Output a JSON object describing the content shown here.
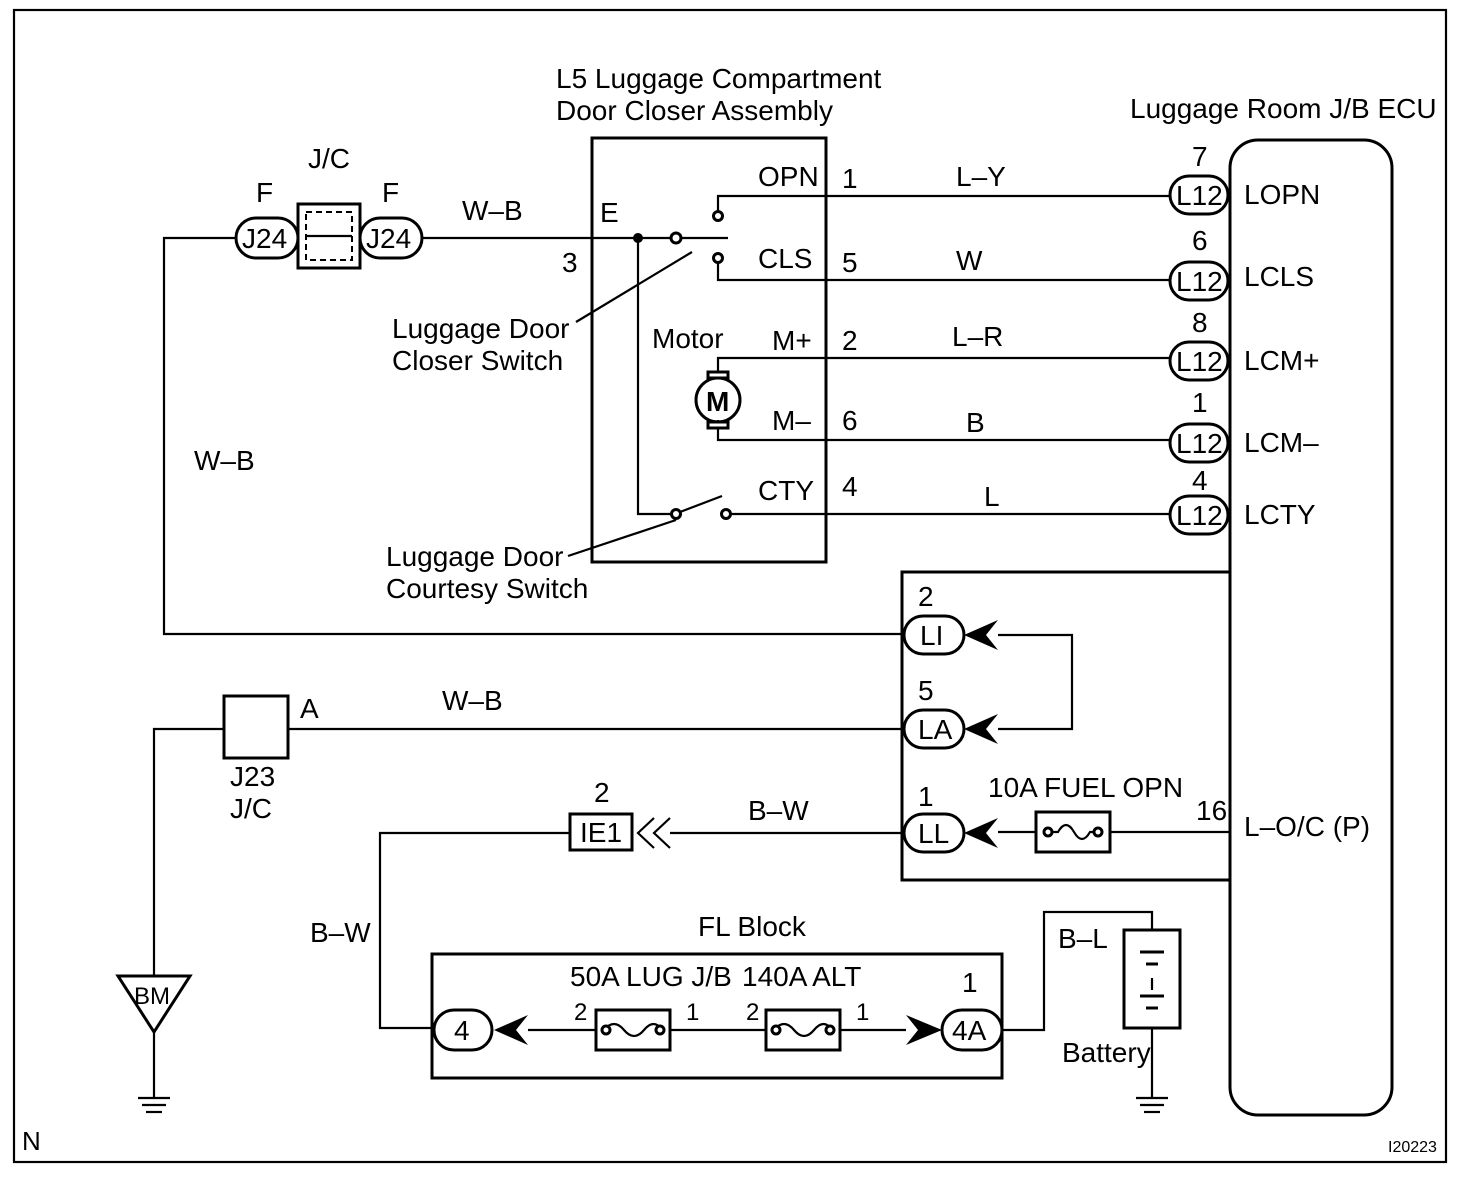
{
  "frame": {
    "corner_left": "N",
    "corner_right": "I20223"
  },
  "ecu": {
    "title": "Luggage Room J/B ECU",
    "terminals": [
      {
        "pin": "7",
        "connector": "L12",
        "name": "LOPN"
      },
      {
        "pin": "6",
        "connector": "L12",
        "name": "LCLS"
      },
      {
        "pin": "8",
        "connector": "L12",
        "name": "LCM+"
      },
      {
        "pin": "1",
        "connector": "L12",
        "name": "LCM–"
      },
      {
        "pin": "4",
        "connector": "L12",
        "name": "LCTY"
      }
    ],
    "power_pin": "16",
    "power_name": "L–O/C (P)",
    "inner_fuse": "10A FUEL OPN",
    "connectors": [
      {
        "pin": "2",
        "name": "LI"
      },
      {
        "pin": "5",
        "name": "LA"
      },
      {
        "pin": "1",
        "name": "LL"
      }
    ]
  },
  "closer": {
    "title_line1": "L5 Luggage Compartment",
    "title_line2": "Door Closer Assembly",
    "ground_label": "E",
    "ground_pin": "3",
    "motor_label": "Motor",
    "motor_symbol": "M",
    "pins": [
      {
        "name": "OPN",
        "pin": "1",
        "wire": "L–Y"
      },
      {
        "name": "CLS",
        "pin": "5",
        "wire": "W"
      },
      {
        "name": "M+",
        "pin": "2",
        "wire": "L–R"
      },
      {
        "name": "M–",
        "pin": "6",
        "wire": "B"
      },
      {
        "name": "CTY",
        "pin": "4",
        "wire": "L"
      }
    ],
    "closer_switch_line1": "Luggage Door",
    "closer_switch_line2": "Closer Switch",
    "courtesy_switch_line1": "Luggage Door",
    "courtesy_switch_line2": "Courtesy Switch"
  },
  "jc_top": {
    "label": "J/C",
    "left_letter": "F",
    "right_letter": "F",
    "connector": "J24",
    "wire": "W–B"
  },
  "wires": {
    "left_vertical": "W–B",
    "mid": "W–B",
    "ie1_wire": "B–W",
    "left_bw": "B–W",
    "battery_wire": "B–L"
  },
  "j23": {
    "label": "J23",
    "sub": "J/C",
    "terminal": "A"
  },
  "ie1": {
    "pin": "2",
    "name": "IE1"
  },
  "ground": {
    "label": "BM"
  },
  "fl_block": {
    "title": "FL Block",
    "fuse1": "50A LUG J/B",
    "fuse2": "140A ALT",
    "left_connector": "4",
    "right_connector": "4A",
    "right_pin": "1",
    "f1_left": "2",
    "f1_right": "1",
    "f2_left": "2",
    "f2_right": "1"
  },
  "battery": {
    "label": "Battery"
  }
}
